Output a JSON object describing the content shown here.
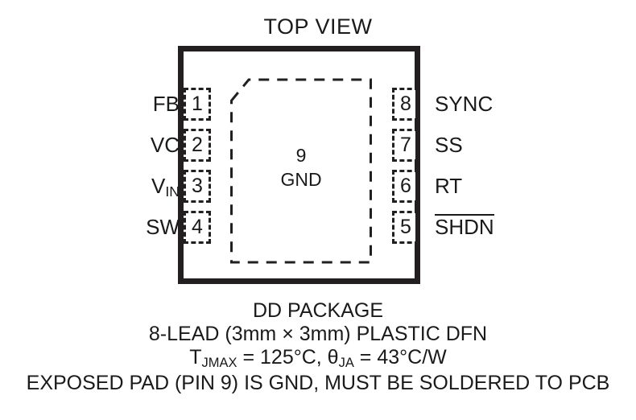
{
  "diagram": {
    "title": "TOP VIEW",
    "package_outline": {
      "name": "package-body",
      "style": "solid-thick-rectangle"
    },
    "exposed_pad": {
      "number": "9",
      "name": "GND",
      "style": "dashed-chamfered-rectangle"
    },
    "pins_left": [
      {
        "number": "1",
        "label": "FB",
        "overbar": false
      },
      {
        "number": "2",
        "label": "VC",
        "overbar": false
      },
      {
        "number": "3",
        "label": "VIN",
        "label_base": "V",
        "label_sub": "IN",
        "overbar": false
      },
      {
        "number": "4",
        "label": "SW",
        "overbar": false
      }
    ],
    "pins_right": [
      {
        "number": "8",
        "label": "SYNC",
        "overbar": false
      },
      {
        "number": "7",
        "label": "SS",
        "overbar": false
      },
      {
        "number": "6",
        "label": "RT",
        "overbar": false
      },
      {
        "number": "5",
        "label": "SHDN",
        "overbar": true
      }
    ]
  },
  "caption": {
    "line1": "DD PACKAGE",
    "line2": "8-LEAD (3mm × 3mm) PLASTIC DFN",
    "line3_prefix": "T",
    "line3_sub1": "JMAX",
    "line3_mid": " = 125°C, θ",
    "line3_sub2": "JA",
    "line3_suffix": " = 43°C/W",
    "line4": "EXPOSED PAD (PIN 9) IS GND, MUST BE SOLDERED TO PCB"
  },
  "colors": {
    "ink": "#1a1a1a",
    "outline": "#231f20",
    "background": "#ffffff"
  }
}
